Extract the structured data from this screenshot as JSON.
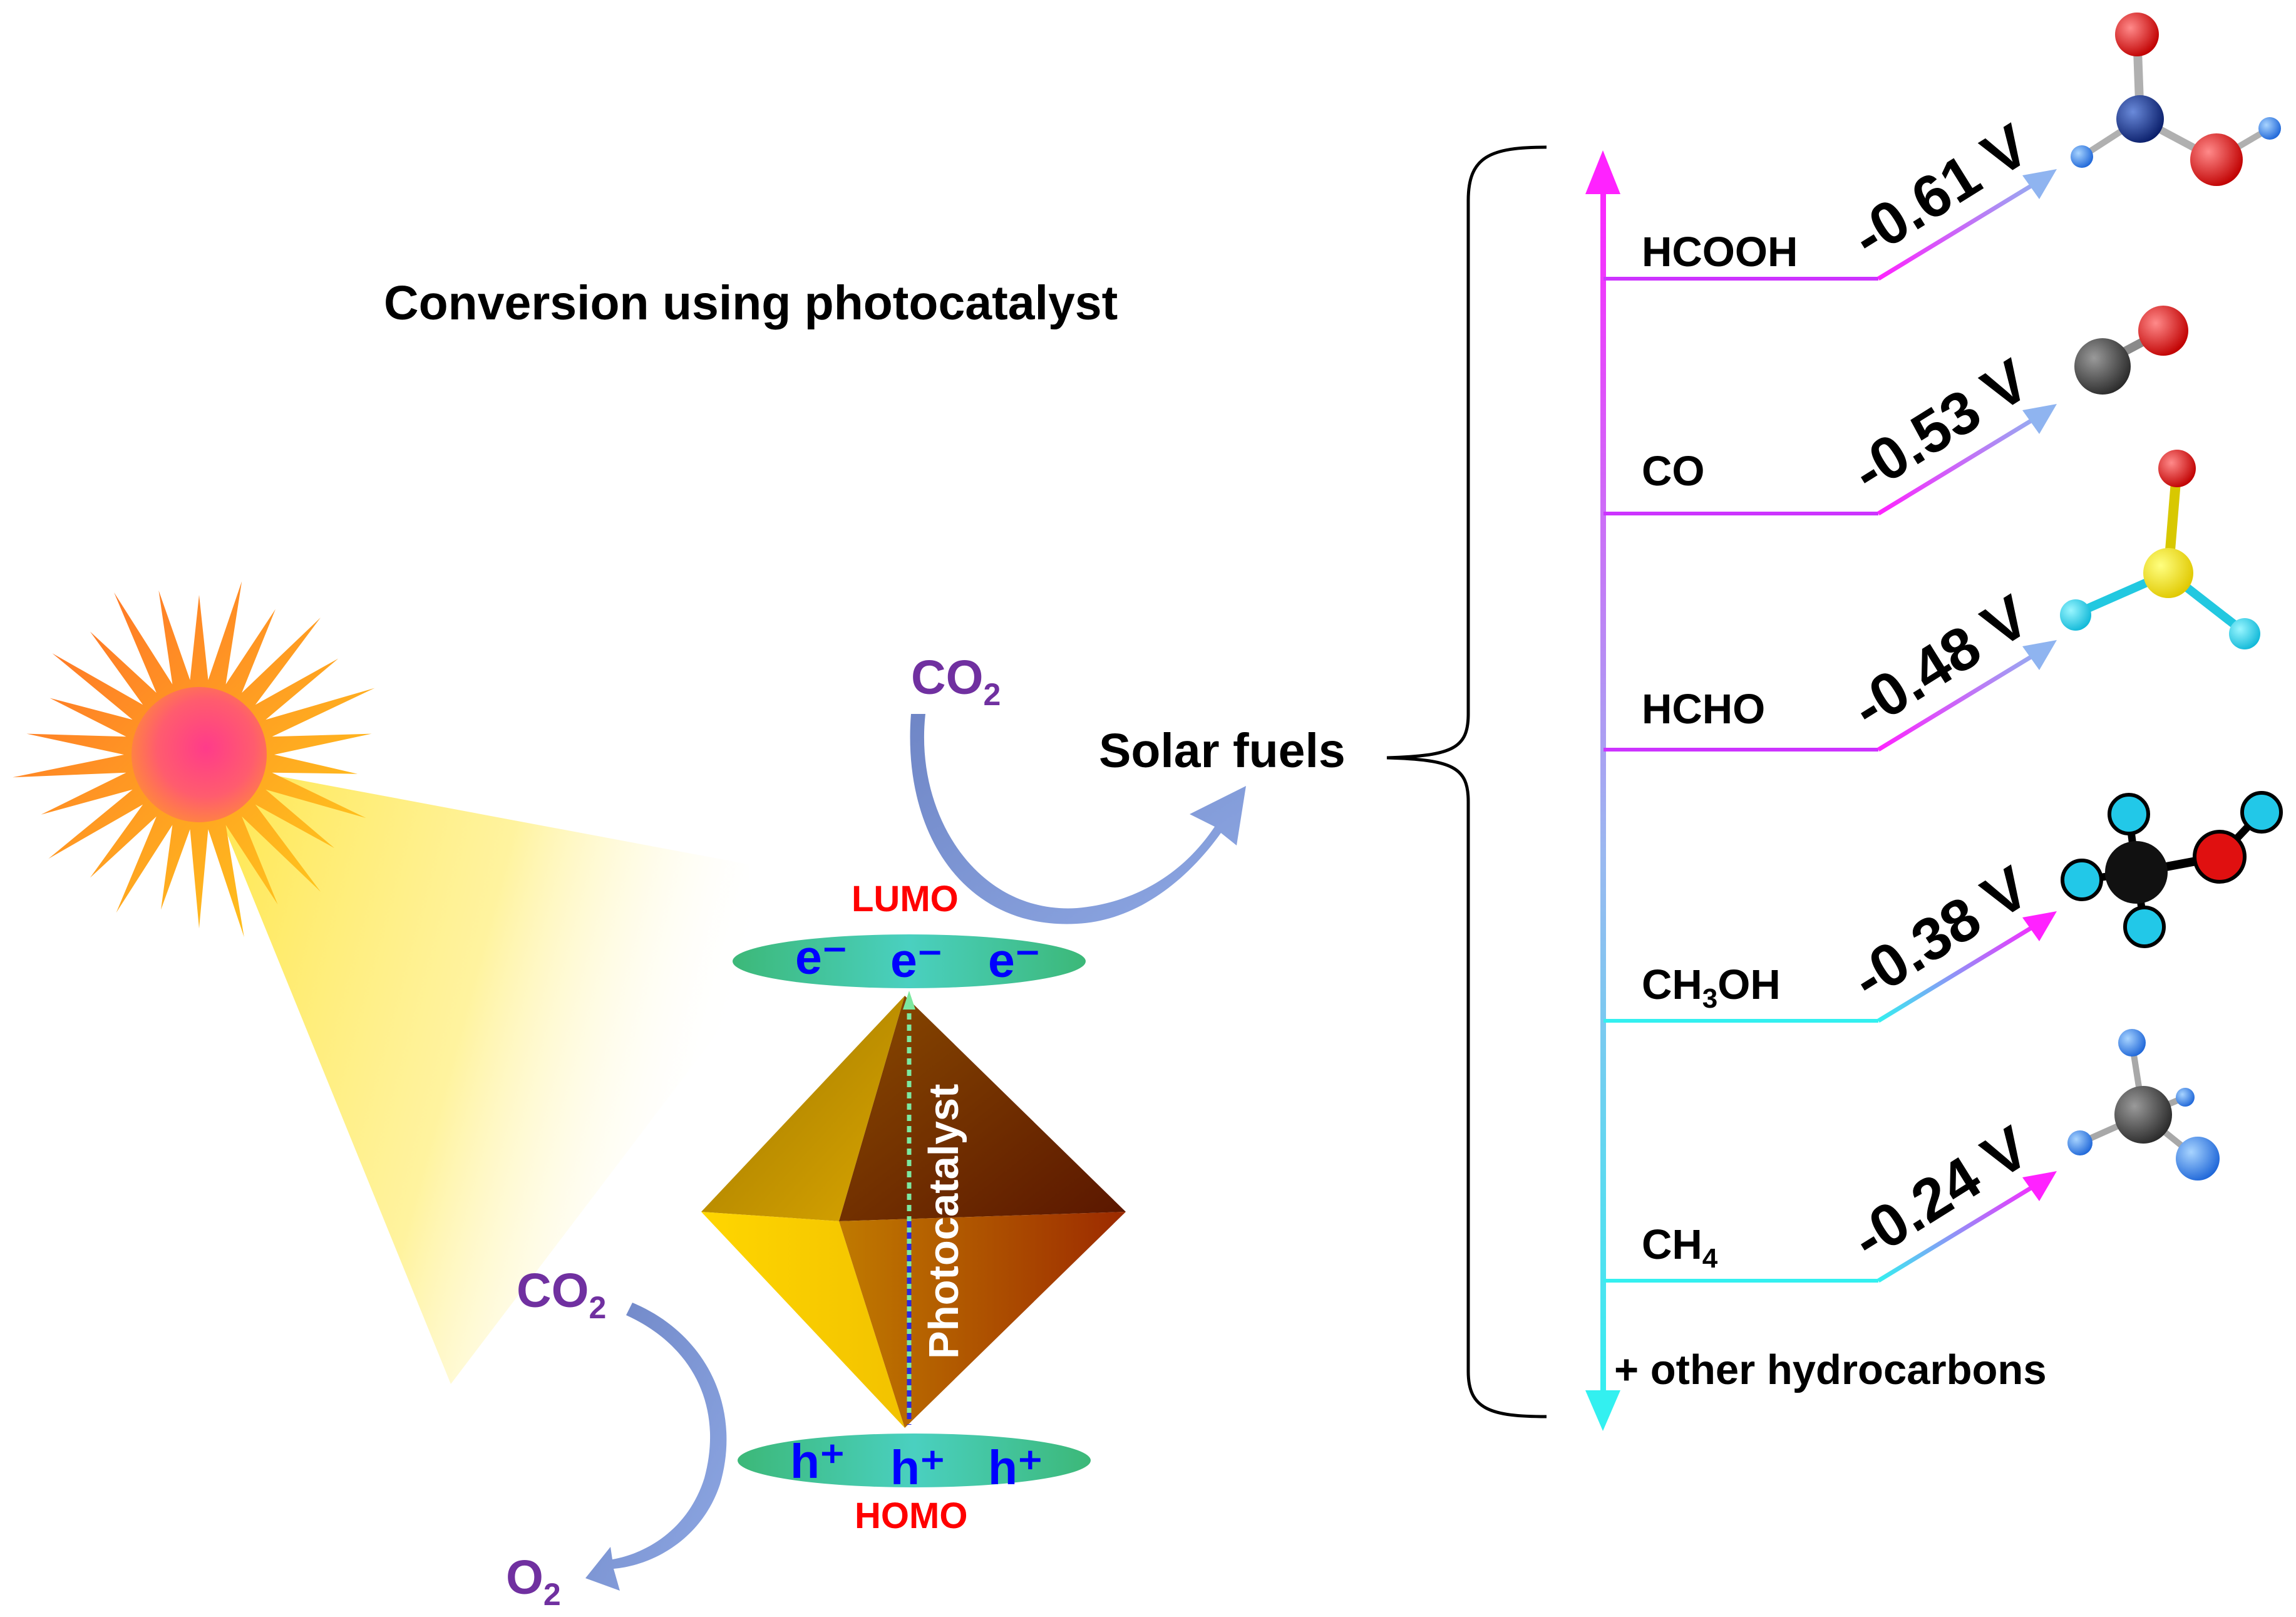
{
  "title": "Conversion using photocatalyst",
  "center_label": "Solar fuels",
  "reactant_top": {
    "text": "CO",
    "sub": "2"
  },
  "reactant_bottom": {
    "text": "CO",
    "sub": "2"
  },
  "product_bottom": {
    "text": "O",
    "sub": "2"
  },
  "lumo": {
    "label": "LUMO",
    "carriers": [
      "e⁻",
      "e⁻",
      "e⁻"
    ]
  },
  "homo": {
    "label": "HOMO",
    "carriers": [
      "h⁺",
      "h⁺",
      "h⁺"
    ]
  },
  "catalyst_label": "Photocatalyst",
  "fuels": [
    {
      "name": "HCOOH",
      "potential": "-0.61 V",
      "molecule": "formic-acid",
      "line_color": "#CC33FF"
    },
    {
      "name": "CO",
      "potential": "-0.53 V",
      "molecule": "carbon-monoxide",
      "line_color": "#CC33FF"
    },
    {
      "name": "HCHO",
      "potential": "-0.48 V",
      "molecule": "formaldehyde",
      "line_color": "#CC33FF"
    },
    {
      "name": "CH3OH",
      "name_main": "CH",
      "name_sub": "3",
      "name_tail": "OH",
      "potential": "-0.38 V",
      "molecule": "methanol",
      "line_color": "#33E8F0"
    },
    {
      "name": "CH4",
      "name_main": "CH",
      "name_sub": "4",
      "potential": "-0.24 V",
      "molecule": "methane",
      "line_color": "#33E8F0"
    }
  ],
  "other_label": "+ other hydrocarbons",
  "colors": {
    "magenta": "#FF22FF",
    "cyan": "#33F0F0",
    "arrow_blue": "#7E9AD8",
    "co2": "#7030A0",
    "orbital_label": "#FF0000",
    "carrier": "#0000FF"
  }
}
